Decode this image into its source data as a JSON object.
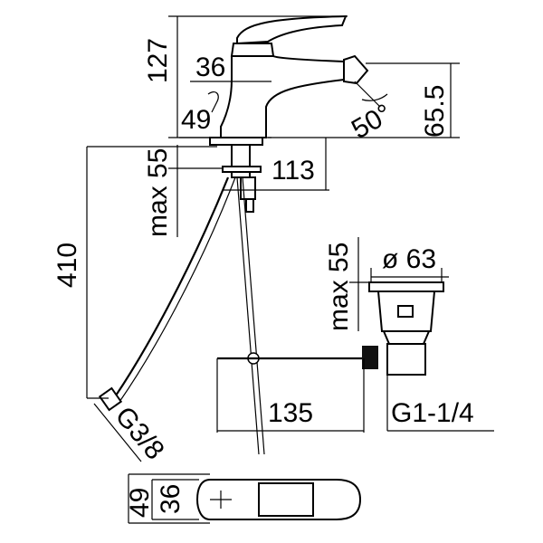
{
  "dimensions": {
    "height_127": "127",
    "width_36": "36",
    "width_49": "49",
    "angle_50": "50°",
    "height_65_5": "65.5",
    "max55_top": "max 55",
    "reach_113": "113",
    "total_410": "410",
    "max55_waste": "max 55",
    "dia_63": "ø 63",
    "dist_135": "135",
    "thread_g1": "G1-1/4",
    "thread_g38": "G3/8",
    "plan_49": "49",
    "plan_36": "36"
  }
}
